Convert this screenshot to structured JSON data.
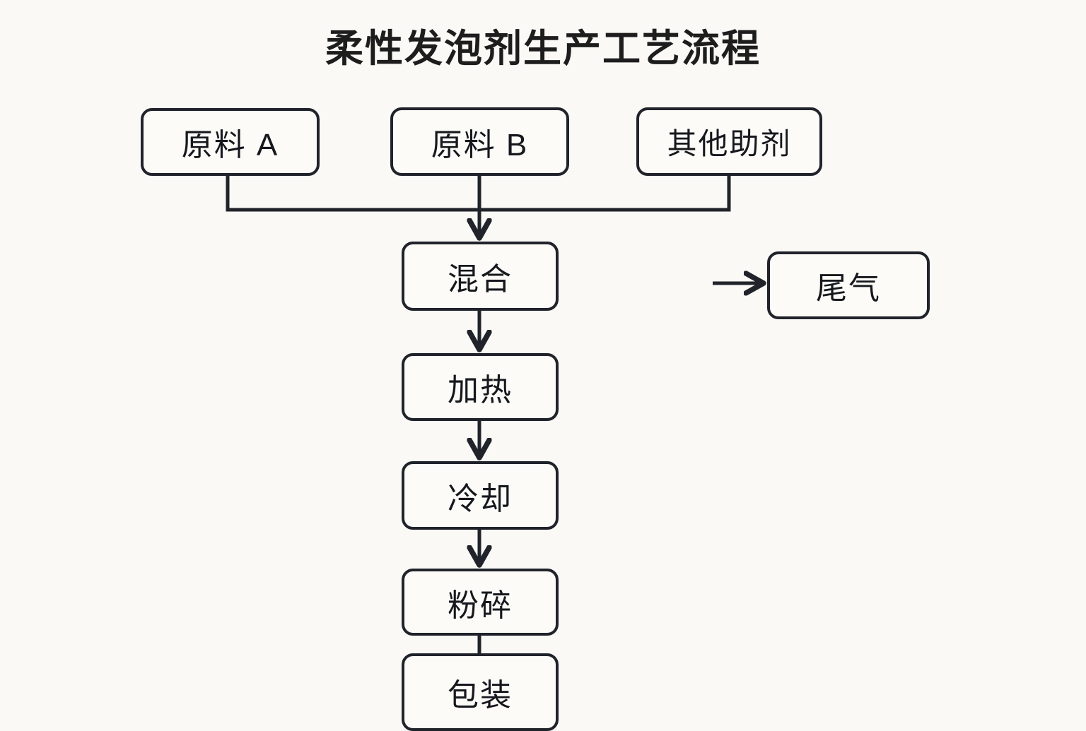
{
  "diagram": {
    "title": "柔性发泡剂生产工艺流程",
    "background_color": "#faf9f6",
    "stroke_color": "#20232a",
    "node_fill_color": "#fcfbf8",
    "text_color": "#16181d",
    "nodes": [
      {
        "id": "raw-a",
        "label": "原料 A"
      },
      {
        "id": "raw-b",
        "label": "原料 B"
      },
      {
        "id": "additive",
        "label": "其他助剂"
      },
      {
        "id": "mix",
        "label": "混合"
      },
      {
        "id": "heat",
        "label": "加热"
      },
      {
        "id": "cool",
        "label": "冷却"
      },
      {
        "id": "crush",
        "label": "粉碎"
      },
      {
        "id": "package",
        "label": "包装"
      },
      {
        "id": "exhaust",
        "label": "尾气"
      }
    ],
    "edges": [
      {
        "from": "raw-a",
        "to": "mix",
        "arrow": true
      },
      {
        "from": "raw-b",
        "to": "mix",
        "arrow": true
      },
      {
        "from": "additive",
        "to": "mix",
        "arrow": true
      },
      {
        "from": "mix",
        "to": "heat",
        "arrow": true
      },
      {
        "from": "heat",
        "to": "cool",
        "arrow": true
      },
      {
        "from": "cool",
        "to": "crush",
        "arrow": true
      },
      {
        "from": "crush",
        "to": "package",
        "arrow": false
      },
      {
        "from": "",
        "to": "exhaust",
        "arrow": true
      }
    ]
  }
}
